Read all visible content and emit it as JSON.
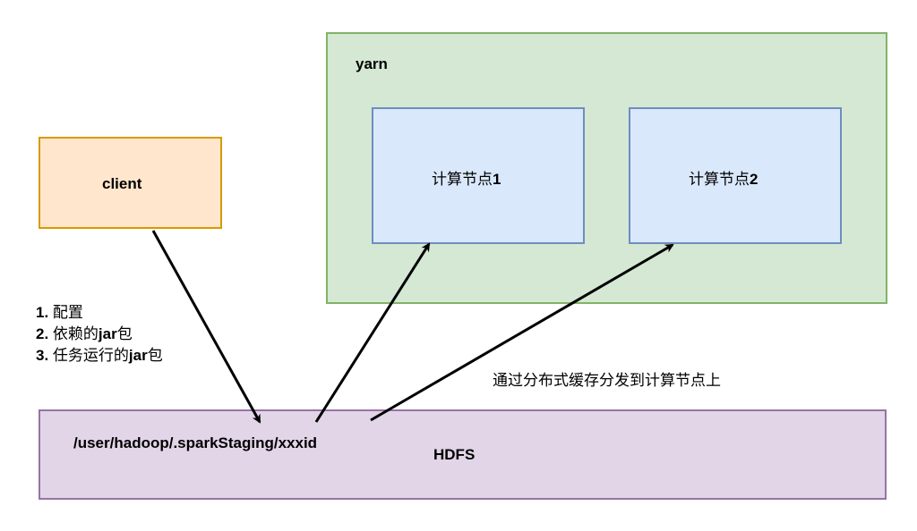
{
  "yarn": {
    "label": "yarn"
  },
  "nodes": [
    {
      "label": "计算节点",
      "number": "1"
    },
    {
      "label": "计算节点",
      "number": "2"
    }
  ],
  "client": {
    "label": "client"
  },
  "steps": [
    {
      "num": "1.",
      "text": "配置",
      "suffix_bold": "",
      "suffix": ""
    },
    {
      "num": "2.",
      "text": "依赖的",
      "suffix_bold": "jar",
      "suffix": "包"
    },
    {
      "num": "3.",
      "text": "任务运行的",
      "suffix_bold": "jar",
      "suffix": "包"
    }
  ],
  "distribution_label": "通过分布式缓存分发到计算节点上",
  "hdfs": {
    "path": "/user/hadoop/.sparkStaging/xxxid",
    "label": "HDFS"
  },
  "colors": {
    "yarn_fill": "#d5e8d4",
    "yarn_stroke": "#82b366",
    "node_fill": "#dae8fc",
    "node_stroke": "#6c8ebf",
    "client_fill": "#ffe6cc",
    "client_stroke": "#d79b00",
    "hdfs_fill": "#e1d5e7",
    "hdfs_stroke": "#9673a6",
    "arrow": "#000000"
  },
  "edges": [
    {
      "from": "client",
      "to": "hdfs"
    },
    {
      "from": "hdfs",
      "to": "node-1"
    },
    {
      "from": "hdfs",
      "to": "node-2"
    }
  ]
}
